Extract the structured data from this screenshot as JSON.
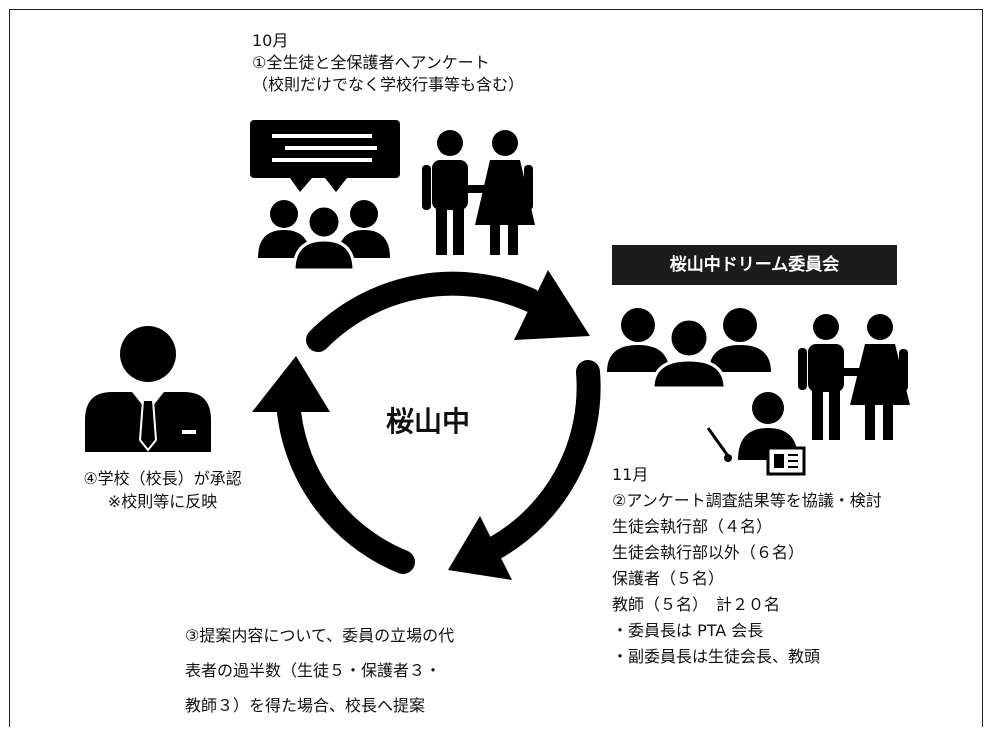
{
  "step1": {
    "month": "10月",
    "line1": "①全生徒と全保護者へアンケート",
    "line2": "（校則だけでなく学校行事等も含む）"
  },
  "committee": {
    "title": "桜山中ドリーム委員会"
  },
  "center_label": "桜山中",
  "step2": {
    "month": "11月",
    "line1": "②アンケート調査結果等を協議・検討",
    "line2": "生徒会執行部（４名）",
    "line3": "生徒会執行部以外（６名）",
    "line4": "保護者（５名）",
    "line5": "教師（５名）　計２０名",
    "line6": "・委員長は PTA 会長",
    "line7": "・副委員長は生徒会長、教頭"
  },
  "step3": {
    "line1": "③提案内容について、委員の立場の代",
    "line2": "表者の過半数（生徒５・保護者３・",
    "line3": "教師３）を得た場合、校長へ提案"
  },
  "step4": {
    "line1": "④学校（校長）が承認",
    "line2": "※校則等に反映"
  },
  "icons": {
    "speech": "speech-bubble-icon",
    "audience": "audience-icon",
    "couple": "couple-icon",
    "group": "group-icon",
    "teacher": "teacher-icon",
    "principal": "principal-icon"
  }
}
